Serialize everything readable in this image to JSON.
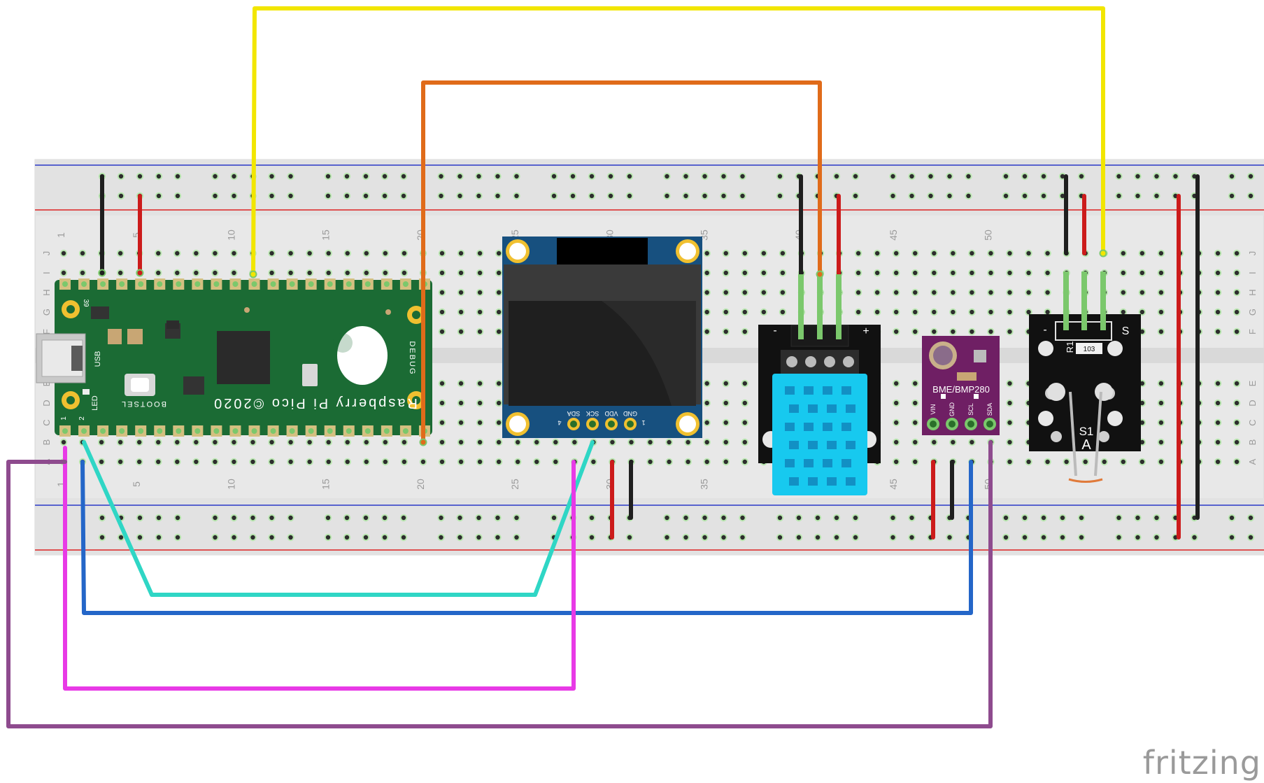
{
  "watermark": "fritzing",
  "breadboard": {
    "row_letters_left": [
      "A",
      "B",
      "C",
      "D",
      "E",
      "F",
      "G",
      "H",
      "I",
      "J"
    ],
    "column_numbers": [
      "1",
      "5",
      "10",
      "15",
      "20",
      "25",
      "30",
      "35",
      "40",
      "45",
      "50"
    ]
  },
  "pico": {
    "text": "Raspberry Pi Pico ©2020",
    "usb": "USB",
    "debug": "DEBUG",
    "bootsel": "BOOTSEL",
    "led": "LED",
    "pin_1": "1",
    "pin_2": "2",
    "pin_39": "39"
  },
  "oled": {
    "pins": [
      "SDA",
      "SCK",
      "VDD",
      "GND"
    ],
    "pin_num_left": "4",
    "pin_num_right": "1"
  },
  "dht": {
    "minus": "-",
    "plus": "+"
  },
  "bme": {
    "name": "BME/BMP280",
    "pins": [
      "VIN",
      "GND",
      "SCL",
      "SDA"
    ]
  },
  "ldr": {
    "minus": "-",
    "s": "S",
    "r1": "R1",
    "res_code": "103",
    "s1": "S1",
    "a": "A"
  },
  "colors": {
    "yellow_wire": "#f2e600",
    "orange_wire": "#e06b1a",
    "red_wire": "#cc1b1b",
    "black_wire": "#1f1f1f",
    "cyan_wire": "#2fd6c5",
    "blue_wire": "#2466c8",
    "magenta_wire": "#e83ae6",
    "purple_wire": "#8e4b8e",
    "green_pins": "#7bc86c",
    "pico_green": "#1b6b34",
    "oled_blue": "#17507f",
    "dht_blue": "#17c9ef",
    "bme_purple": "#6f1f64"
  }
}
